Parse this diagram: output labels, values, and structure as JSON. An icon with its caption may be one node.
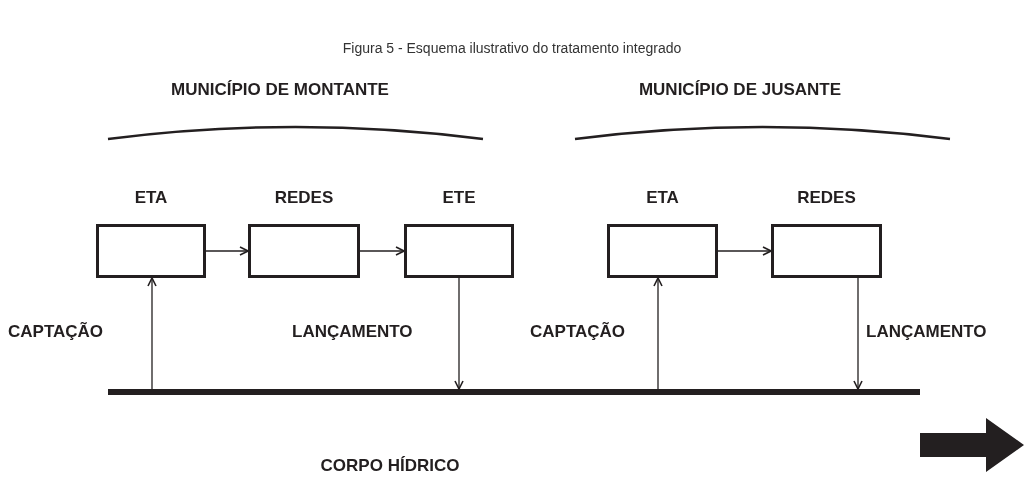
{
  "diagram": {
    "title": "Figura 5 - Esquema ilustrativo do tratamento integrado",
    "nodes": [
      {
        "text": [
          "ETA"
        ]
      },
      {
        "text": [
          "REDES"
        ]
      },
      {
        "text": [
          "ETE"
        ]
      },
      {
        "text": [
          "ETA"
        ]
      },
      {
        "text": [
          "REDES"
        ]
      },
      {
        "text": [],
        "shape": "bar"
      }
    ],
    "edges": [
      {
        "from": 0,
        "to": 1,
        "arrow": "to"
      },
      {
        "from": 1,
        "to": 2,
        "arrow": "to"
      },
      {
        "from": 3,
        "to": 4,
        "arrow": "to"
      },
      {
        "from": 5,
        "to": 0,
        "arrow": "to",
        "label": "CAPTAÇÃO"
      },
      {
        "from": 2,
        "to": 5,
        "arrow": "to",
        "label": "LANÇAMENTO"
      },
      {
        "from": 5,
        "to": 3,
        "arrow": "to",
        "label": "CAPTAÇÃO"
      },
      {
        "from": 4,
        "to": 5,
        "arrow": "to",
        "label": "LANÇAMENTO"
      }
    ],
    "labels": [
      "MUNICÍPIO DE MONTANTE",
      "MUNICÍPIO DE JUSANTE",
      "CORPO HÍDRICO"
    ]
  }
}
